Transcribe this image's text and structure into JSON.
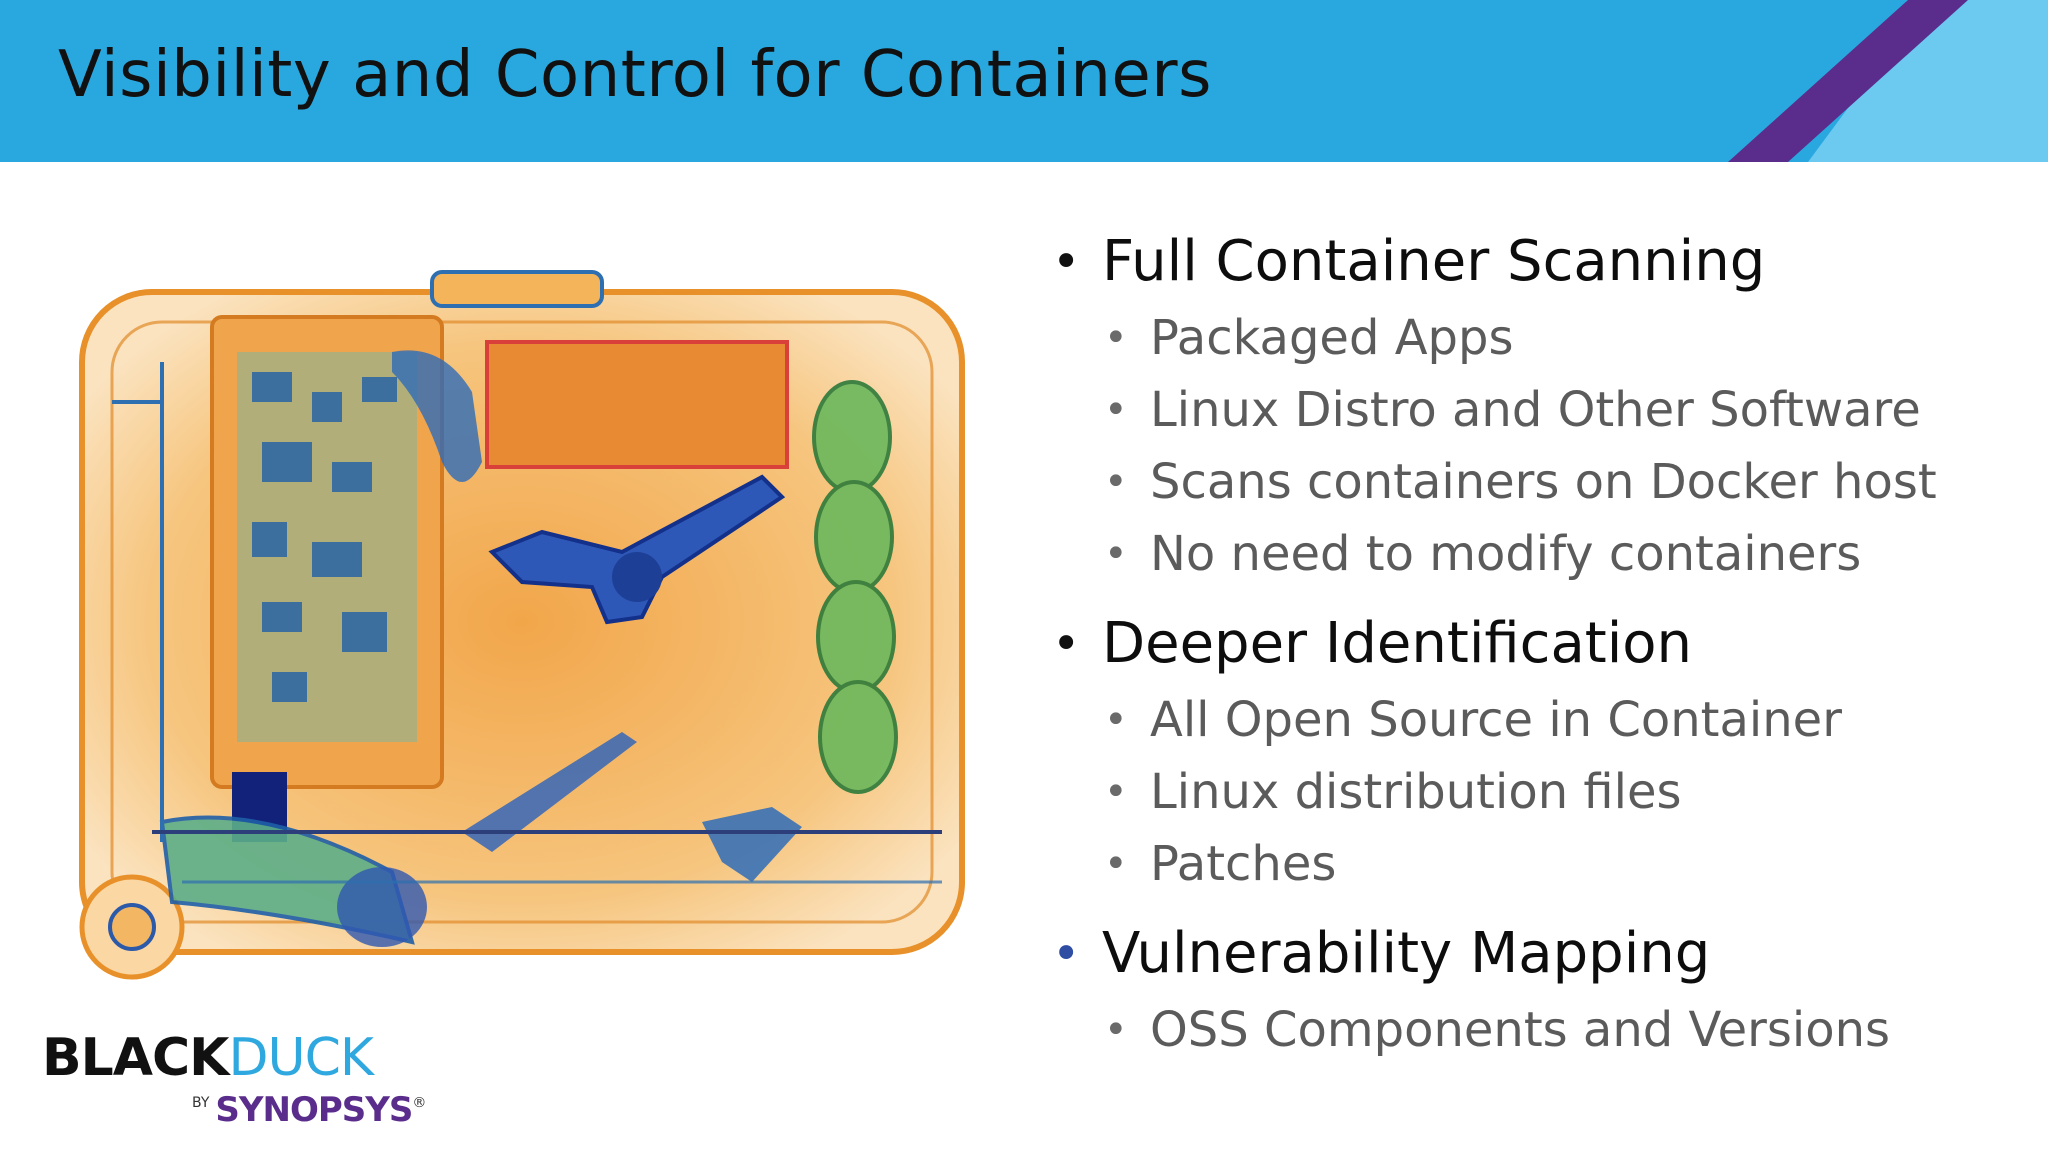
{
  "slide": {
    "title": "Visibility and Control for Containers",
    "colors": {
      "header_bg": "#29a8e0",
      "header_stripe": "#5a2d8c",
      "header_corner": "#6cc9f0",
      "bullet_highlight": "#2f4da3"
    }
  },
  "image": {
    "name": "x-ray-suitcase-illustration"
  },
  "bullets": [
    {
      "label": "Full Container Scanning",
      "children": [
        "Packaged Apps",
        "Linux Distro and Other Software",
        "Scans containers on Docker host",
        "No need to modify containers"
      ]
    },
    {
      "label": "Deeper Identification",
      "children": [
        "All Open Source in Container",
        "Linux distribution files",
        "Patches"
      ]
    },
    {
      "label": "Vulnerability Mapping",
      "children": [
        "OSS Components and Versions"
      ]
    }
  ],
  "logo": {
    "brand_bold": "BLACK",
    "brand_light": "DUCK",
    "by": "BY",
    "parent": "SYNOPSYS",
    "mark": "®"
  }
}
